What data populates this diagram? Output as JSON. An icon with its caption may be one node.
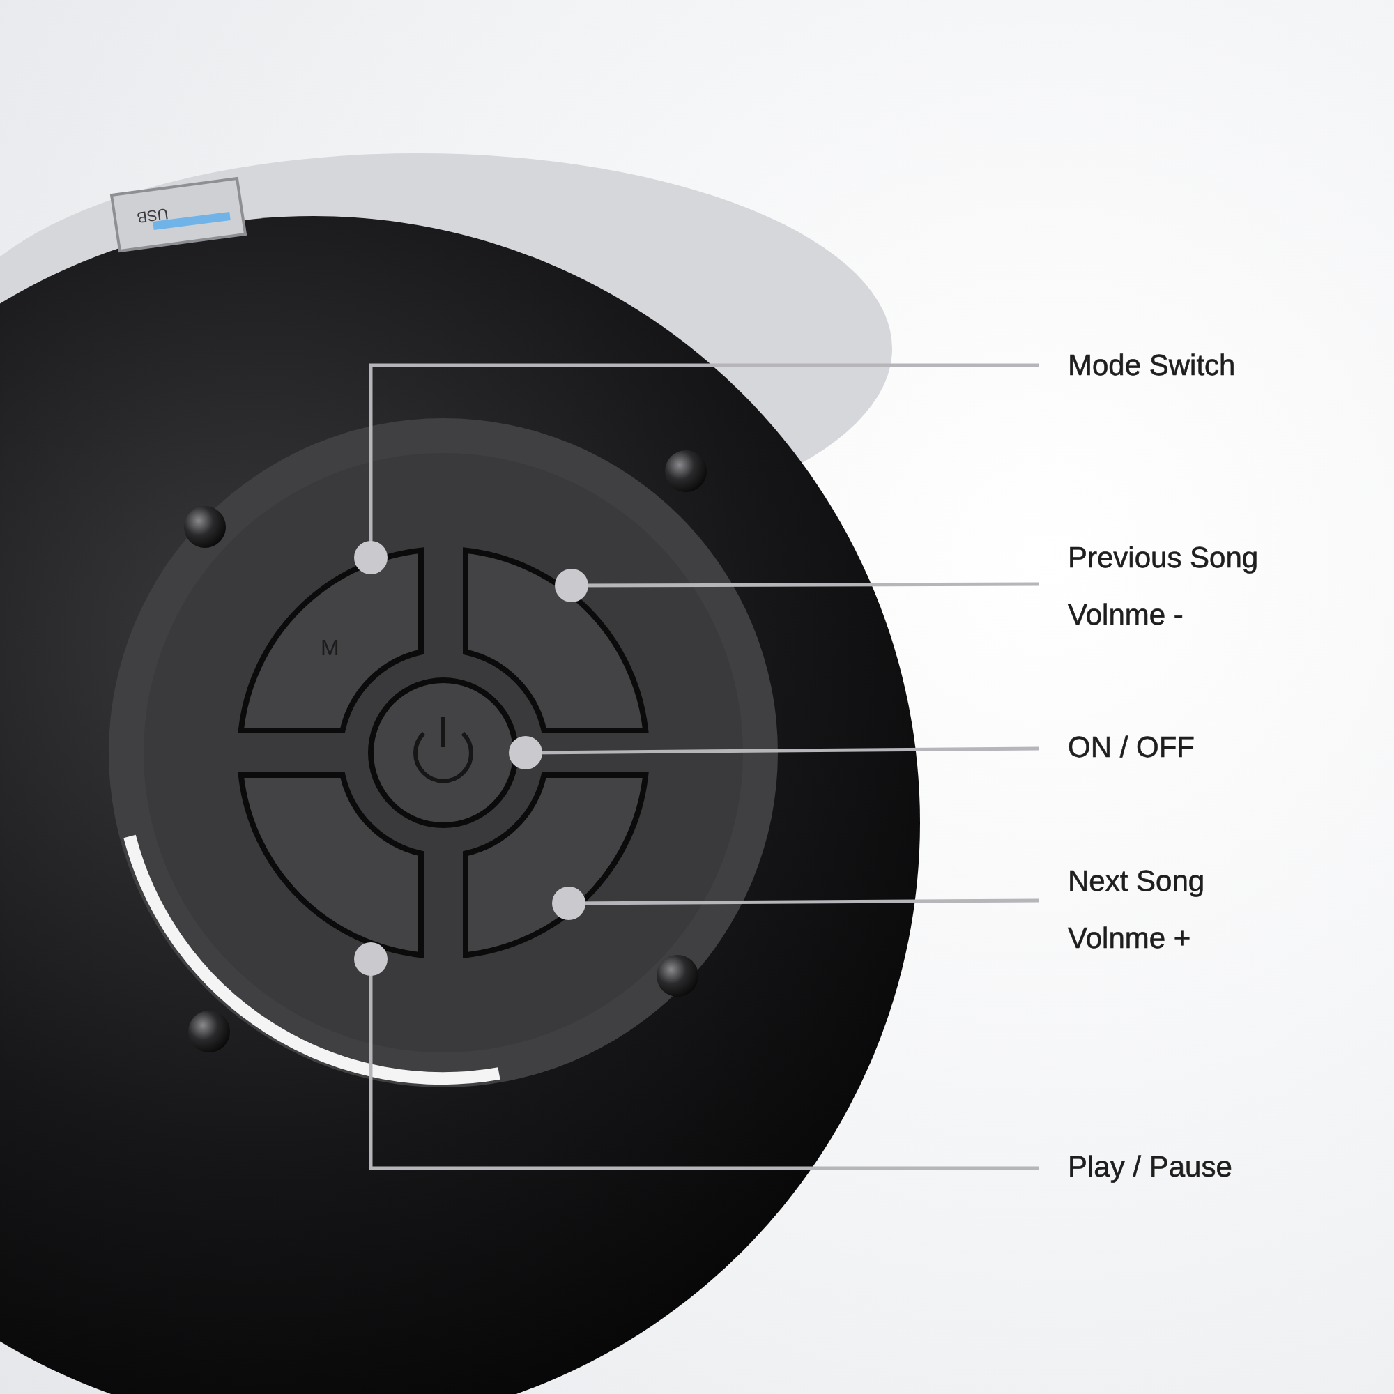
{
  "diagram": {
    "nodes": [
      {
        "text": [
          "Mode Switch"
        ]
      },
      {
        "text": [
          "Previous Song",
          "Volnme -"
        ]
      },
      {
        "text": [
          "ON / OFF"
        ]
      },
      {
        "text": [
          "Next Song",
          "Volnme +"
        ]
      },
      {
        "text": [
          "Play / Pause"
        ]
      },
      {
        "text": [],
        "shape": "button"
      },
      {
        "text": [],
        "shape": "button"
      },
      {
        "text": [],
        "shape": "circle"
      },
      {
        "text": [],
        "shape": "button"
      },
      {
        "text": [],
        "shape": "button"
      }
    ],
    "edges": [
      {
        "from": 0,
        "to": 5,
        "arrow": "other"
      },
      {
        "from": 1,
        "to": 6,
        "arrow": "other"
      },
      {
        "from": 2,
        "to": 7,
        "arrow": "other"
      },
      {
        "from": 3,
        "to": 8,
        "arrow": "other"
      },
      {
        "from": 4,
        "to": 9,
        "arrow": "other"
      }
    ],
    "labels": [
      "USB",
      "M"
    ]
  }
}
